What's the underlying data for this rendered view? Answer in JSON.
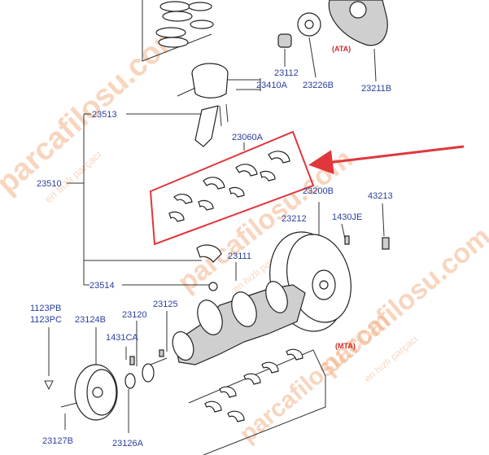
{
  "labels": {
    "p23112": "23112",
    "p23226b": "23226B",
    "p23211b": "23211B",
    "ata": "(ATA)",
    "p23410a": "23410A",
    "p23513": "23513",
    "p23060a": "23060A",
    "p23510": "23510",
    "p23200b": "23200B",
    "p43213": "43213",
    "p23212": "23212",
    "p1430je": "1430JE",
    "p23111": "23111",
    "p23514": "23514",
    "p1123pb": "1123PB",
    "p1123pc": "1123PC",
    "p23124b": "23124B",
    "p23120": "23120",
    "p23125": "23125",
    "p1431ca": "1431CA",
    "mta": "(MTA)",
    "p23127b": "23127B",
    "p23126a": "23126A"
  },
  "watermark": {
    "brand": "parcafilosu.com",
    "tagline": "en hızlı parçacı"
  },
  "colors": {
    "label": "#2a3f9e",
    "highlight": "#e0363c",
    "watermark": "#f4b48a"
  }
}
